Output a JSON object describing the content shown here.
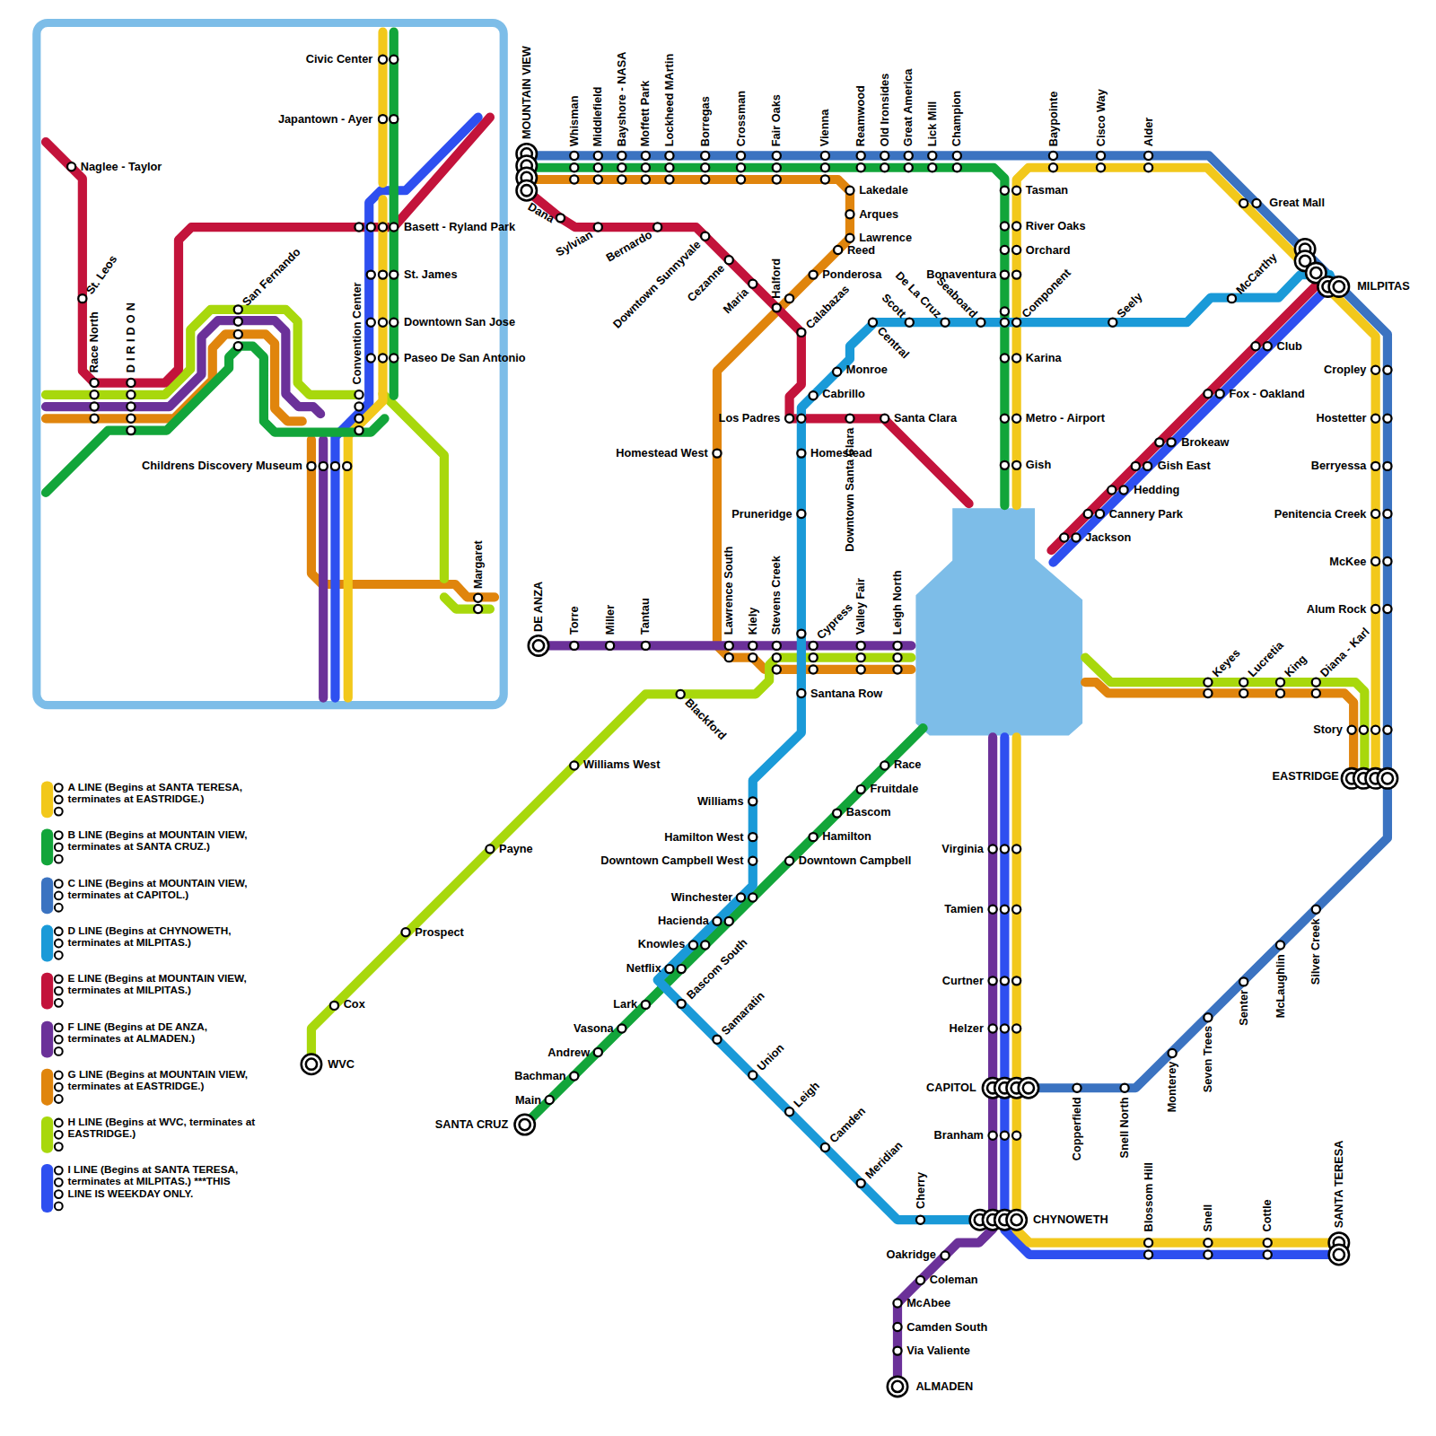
{
  "diagram": {
    "labels": [
      "Civic Center",
      "Japantown - Ayer",
      "Basett - Ryland Park",
      "St. James",
      "Downtown San Jose",
      "Paseo De San Antonio",
      "Naglee - Taylor",
      "St. Leos",
      "Race North",
      "DIRIDON",
      "San Fernando",
      "Convention Center",
      "Childrens Discovery Museum",
      "Margaret",
      "MOUNTAIN VIEW",
      "Whisman",
      "Middlefield",
      "Bayshore - NASA",
      "Moffett Park",
      "Lockheed MArtin",
      "Borregas",
      "Crossman",
      "Fair Oaks",
      "Vienna",
      "Reamwood",
      "Old Ironsides",
      "Great America",
      "Lick Mill",
      "Champion",
      "Baypointe",
      "Cisco Way",
      "Alder",
      "Lakedale",
      "Arques",
      "Lawrence",
      "Reed",
      "Ponderosa",
      "Dana",
      "Sylvian",
      "Bernardo",
      "Downtown Sunnyvale",
      "Cezanne",
      "Maria",
      "Halford",
      "Calabazas",
      "Scott",
      "Central",
      "De La Cruz",
      "Seaboard",
      "Bonaventura",
      "Component",
      "Seely",
      "McCarthy",
      "Tasman",
      "River Oaks",
      "Orchard",
      "Karina",
      "Metro - Airport",
      "Gish",
      "Great Mall",
      "MILPITAS",
      "Club",
      "Fox - Oakland",
      "Brokeaw",
      "Gish East",
      "Hedding",
      "Cannery Park",
      "Jackson",
      "Monroe",
      "Cabrillo",
      "Los Padres",
      "Santa Clara",
      "Downtown Santa Clara",
      "Homestead West",
      "Homestead",
      "Pruneridge",
      "DE ANZA",
      "Torre",
      "Miller",
      "Tantau",
      "Lawrence South",
      "Kiely",
      "Stevens Creek",
      "Cypress",
      "Valley Fair",
      "Leigh North",
      "Santana Row",
      "Blackford",
      "Williams West",
      "Payne",
      "Prospect",
      "Cox",
      "WVC",
      "Keyes",
      "Lucretia",
      "King",
      "Diana - Karl",
      "Cropley",
      "Hostetter",
      "Berryessa",
      "Penitencia Creek",
      "McKee",
      "Alum Rock",
      "Story",
      "EASTRIDGE",
      "Race",
      "Fruitdale",
      "Bascom",
      "Hamilton",
      "Downtown Campbell",
      "Williams",
      "Hamilton West",
      "Downtown Campbell West",
      "Winchester",
      "Hacienda",
      "Knowles",
      "Netflix",
      "Bascom South",
      "Lark",
      "Vasona",
      "Andrew",
      "Bachman",
      "Main",
      "SANTA CRUZ",
      "Samaratin",
      "Union",
      "Leigh",
      "Camden",
      "Meridian",
      "Cherry",
      "Virginia",
      "Tamien",
      "Curtner",
      "Helzer",
      "CAPITOL",
      "Branham",
      "CHYNOWETH",
      "Oakridge",
      "Coleman",
      "McAbee",
      "Camden South",
      "Via Valiente",
      "ALMADEN",
      "Copperfield",
      "Snell North",
      "Monterey",
      "Seven Trees",
      "Senter",
      "McLaughlin",
      "Silver Creek",
      "Blossom Hill",
      "Snell",
      "Cottle",
      "SANTA TERESA"
    ],
    "legend": [
      {
        "text": "A LINE (Begins at SANTA TERESA, terminates at EASTRIDGE.)",
        "color": "#f2c81b"
      },
      {
        "text": "B LINE (Begins at MOUNTAIN VIEW, terminates at SANTA CRUZ.)",
        "color": "#12a53a"
      },
      {
        "text": "C LINE (Begins at MOUNTAIN VIEW, terminates at CAPITOL.)",
        "color": "#3b73c1"
      },
      {
        "text": "D LINE (Begins at CHYNOWETH, terminates at MILPITAS.)",
        "color": "#1a9ad8"
      },
      {
        "text": "E LINE (Begins at MOUNTAIN VIEW, terminates at MILPITAS.)",
        "color": "#c3133b"
      },
      {
        "text": "F LINE (Begins at DE ANZA, terminates at ALMADEN.)",
        "color": "#6b3199"
      },
      {
        "text": "G LINE (Begins at MOUNTAIN VIEW, terminates at EASTRIDGE.)",
        "color": "#e0850d"
      },
      {
        "text": "H LINE (Begins at WVC, terminates at EASTRIDGE.)",
        "color": "#a8d80c"
      },
      {
        "text": "I LINE (Begins at SANTA TERESA, terminates at MILPITAS.) ***THIS LINE IS WEEKDAY ONLY.",
        "color": "#2e4ff0"
      }
    ]
  }
}
